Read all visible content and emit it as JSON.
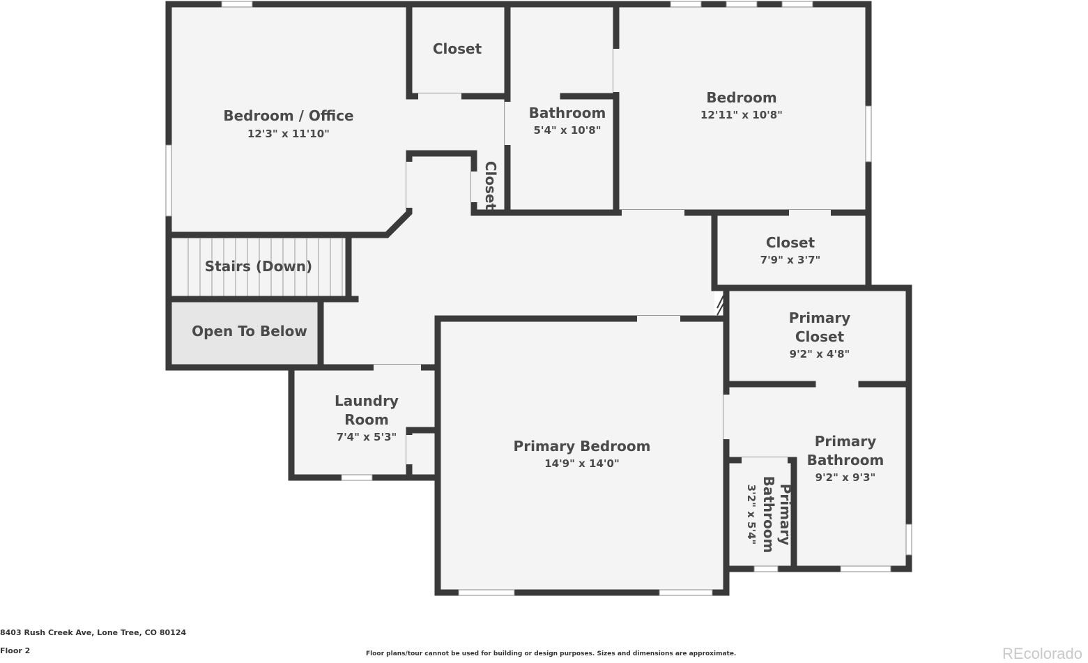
{
  "rooms": {
    "bedroom_office": {
      "name": "Bedroom / Office",
      "dim": "12'3\" x 11'10\""
    },
    "closet_top": {
      "name": "Closet"
    },
    "bathroom": {
      "name": "Bathroom",
      "dim": "5'4\" x 10'8\""
    },
    "bedroom": {
      "name": "Bedroom",
      "dim": "12'11\" x 10'8\""
    },
    "closet_small": {
      "name": "Closet"
    },
    "closet_mid": {
      "name": "Closet",
      "dim": "7'9\" x 3'7\""
    },
    "stairs": {
      "name": "Stairs (Down)"
    },
    "open_below": {
      "name": "Open To Below"
    },
    "primary_closet": {
      "name_line1": "Primary",
      "name_line2": "Closet",
      "dim": "9'2\" x 4'8\""
    },
    "laundry": {
      "name_line1": "Laundry",
      "name_line2": "Room",
      "dim": "7'4\" x 5'3\""
    },
    "primary_bedroom": {
      "name": "Primary Bedroom",
      "dim": "14'9\" x 14'0\""
    },
    "primary_bathroom": {
      "name_line1": "Primary",
      "name_line2": "Bathroom",
      "dim": "9'2\" x 9'3\""
    },
    "primary_bathroom_small": {
      "name_line1": "Primary",
      "name_line2": "Bathroom",
      "dim": "3'2\" x 5'4\""
    }
  },
  "footer": {
    "address": "8403 Rush Creek Ave, Lone Tree, CO 80124",
    "floor": "Floor 2",
    "disclaimer": "Floor plans/tour cannot be used for building or design purposes. Sizes and dimensions are approximate.",
    "brand": "REcolorado"
  },
  "colors": {
    "wall": "#3a3a3a",
    "floor": "#f4f4f4",
    "open_below": "#e6e6e6",
    "window": "#ffffff"
  }
}
